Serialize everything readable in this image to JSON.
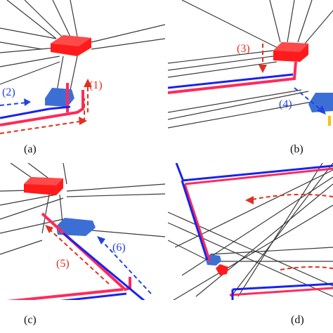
{
  "colors": {
    "gray": "#3a3a3a",
    "red": "#ff1b1b",
    "pink": "#ff2a5a",
    "blue": "#1a22ee",
    "cube_blue": "#3c6fd6",
    "dash_red": "#e03020",
    "dash_blue": "#2244dd",
    "yellow": "#f6c400"
  },
  "panels": {
    "a": {
      "caption": "(a)",
      "step1": "(1)",
      "step2": "(2)"
    },
    "b": {
      "caption": "(b)",
      "step3": "(3)",
      "step4": "(4)"
    },
    "c": {
      "caption": "(c)",
      "step5": "(5)",
      "step6": "(6)"
    },
    "d": {
      "caption": "(d)"
    }
  }
}
